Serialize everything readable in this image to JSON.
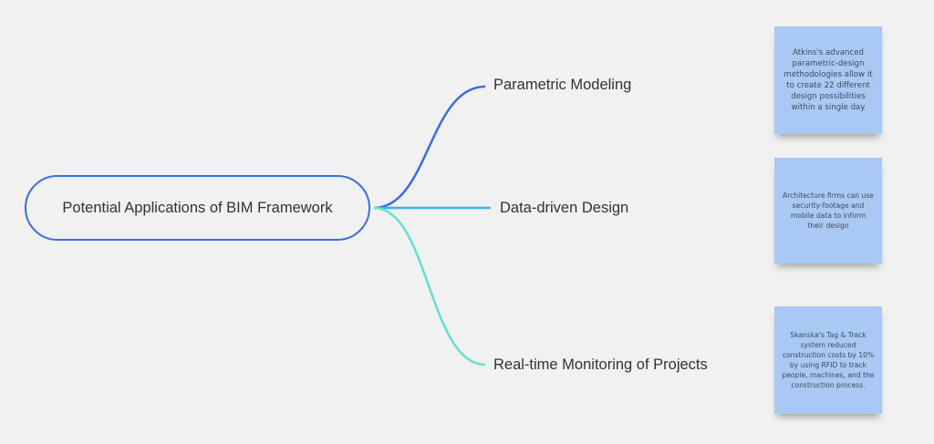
{
  "root": {
    "label": "Potential Applications of BIM Framework"
  },
  "branches": [
    {
      "label": "Parametric Modeling",
      "color": "#3a6fe0"
    },
    {
      "label": "Data-driven Design",
      "color": "#33b6f2"
    },
    {
      "label": "Real-time Monitoring of Projects",
      "color": "#62e0d0"
    }
  ],
  "notes": [
    {
      "text": "Atkins's advanced parametric-design methodologies allow it to create 22 different design possibilities within a single day",
      "color": "#a9c9f4"
    },
    {
      "text": "Architecture firms can use security-footage and mobile data to inform their design",
      "color": "#a9c9f4"
    },
    {
      "text": "Skanska's Tag & Track system reduced construction costs by 10% by using RFID to track people, machines, and the construction process.",
      "color": "#a9c9f4"
    }
  ]
}
